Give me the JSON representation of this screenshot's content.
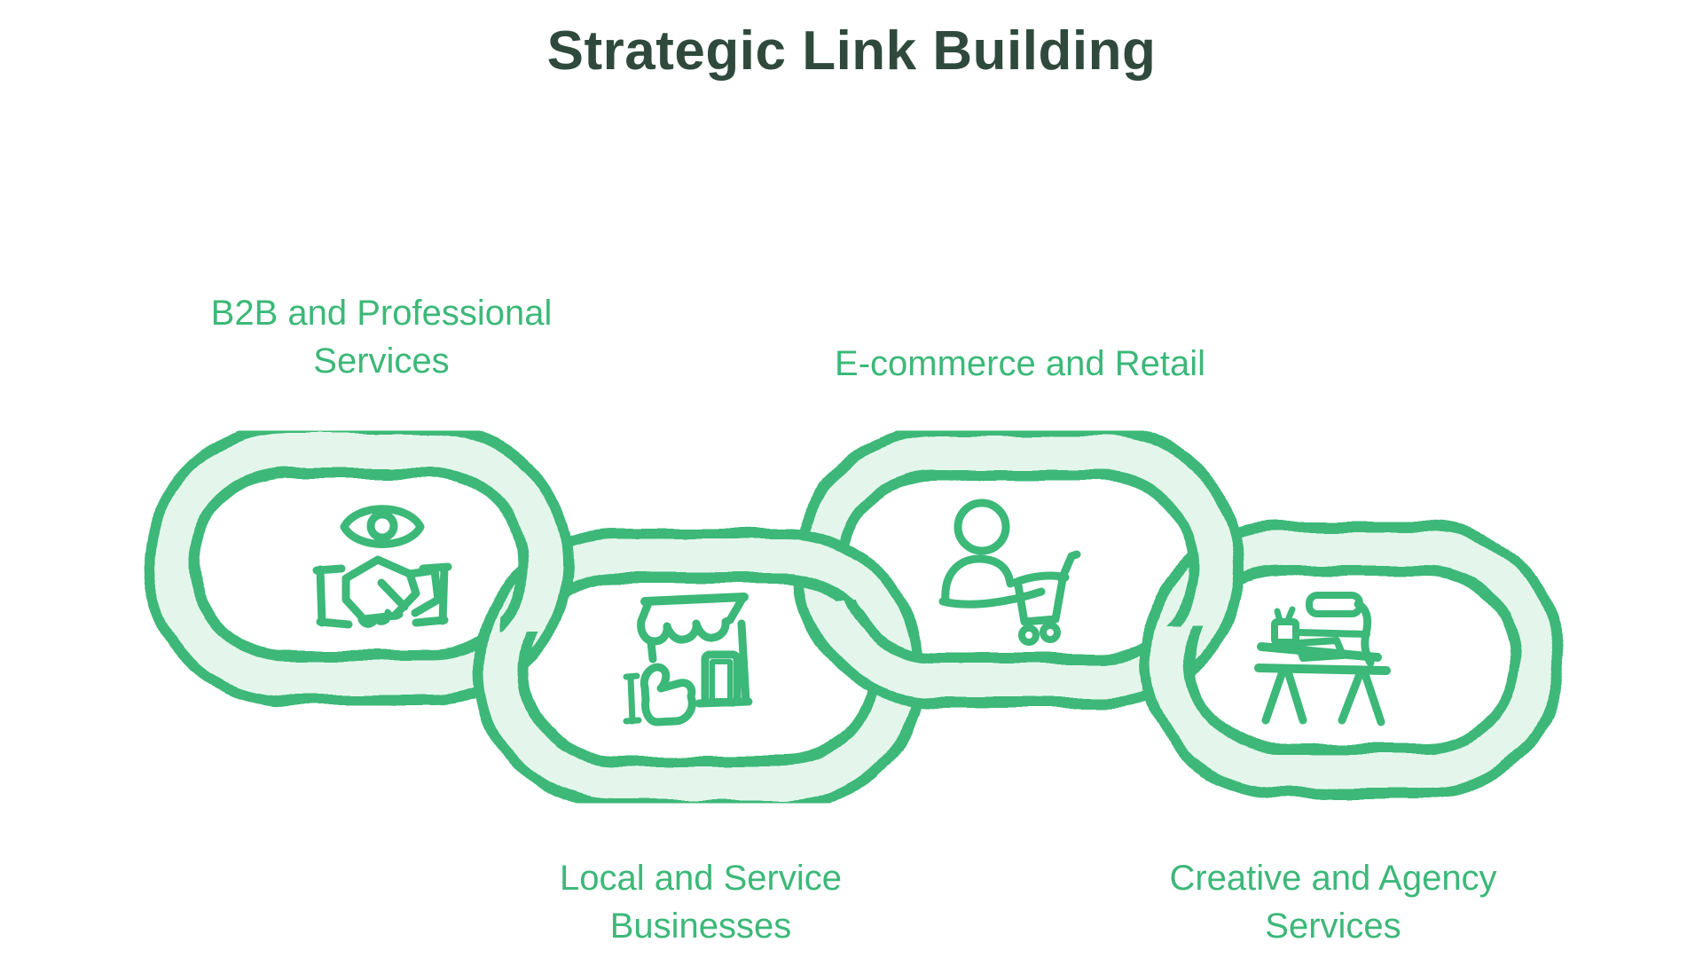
{
  "diagram": {
    "title": "Strategic Link Building",
    "nodes": [
      {
        "position": "top-left",
        "icon": "eye-handshake-icon",
        "lines": [
          "B2B and Professional",
          "Services"
        ]
      },
      {
        "position": "top-right",
        "icon": "person-cart-icon",
        "lines": [
          "E-commerce and Retail",
          ""
        ]
      },
      {
        "position": "bottom-left",
        "icon": "storefront-thumbsup-icon",
        "lines": [
          "Local and Service",
          "Businesses"
        ]
      },
      {
        "position": "bottom-right",
        "icon": "desk-lamp-icon",
        "lines": [
          "Creative and Agency",
          "Services"
        ]
      }
    ]
  },
  "colors": {
    "chain_green": "#3cb878",
    "chain_fill": "#e4f6ec",
    "label_green": "#3cb878",
    "title_color": "#2f4a3d",
    "background": "#ffffff"
  }
}
